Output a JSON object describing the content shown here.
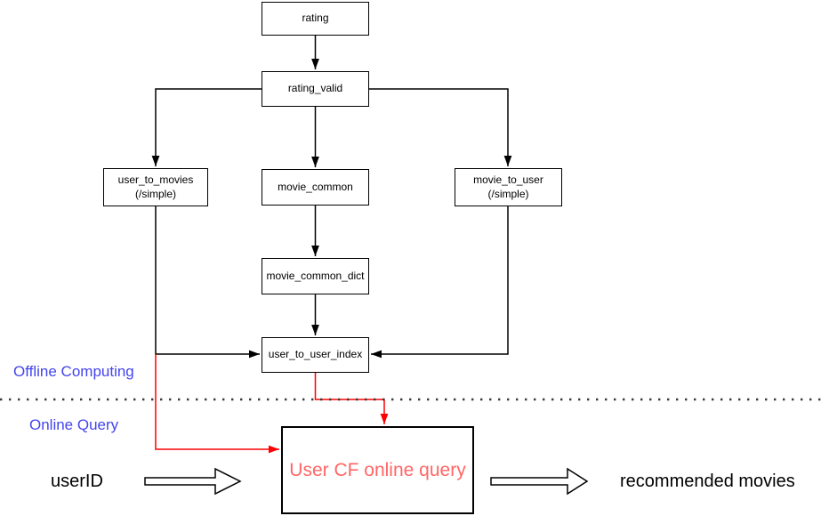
{
  "colors": {
    "line_black": "#000000",
    "line_red": "#ff0000",
    "label_blue": "#4444ee",
    "query_text_red": "#ff6666",
    "dotted_gray": "#3a3a3a",
    "background": "#ffffff"
  },
  "nodes": {
    "rating": {
      "label": "rating"
    },
    "rating_valid": {
      "label": "rating_valid"
    },
    "user_to_movies": {
      "label": "user_to_movies",
      "sublabel": "(/simple)"
    },
    "movie_common": {
      "label": "movie_common"
    },
    "movie_to_user": {
      "label": "movie_to_user",
      "sublabel": "(/simple)"
    },
    "movie_common_dict": {
      "label": "movie_common_dict"
    },
    "user_to_user_index": {
      "label": "user_to_user_index"
    },
    "user_cf_online_query": {
      "label": "User CF online query"
    }
  },
  "zones": {
    "offline": "Offline Computing",
    "online": "Online Query"
  },
  "io": {
    "input": "userID",
    "output": "recommended movies"
  }
}
